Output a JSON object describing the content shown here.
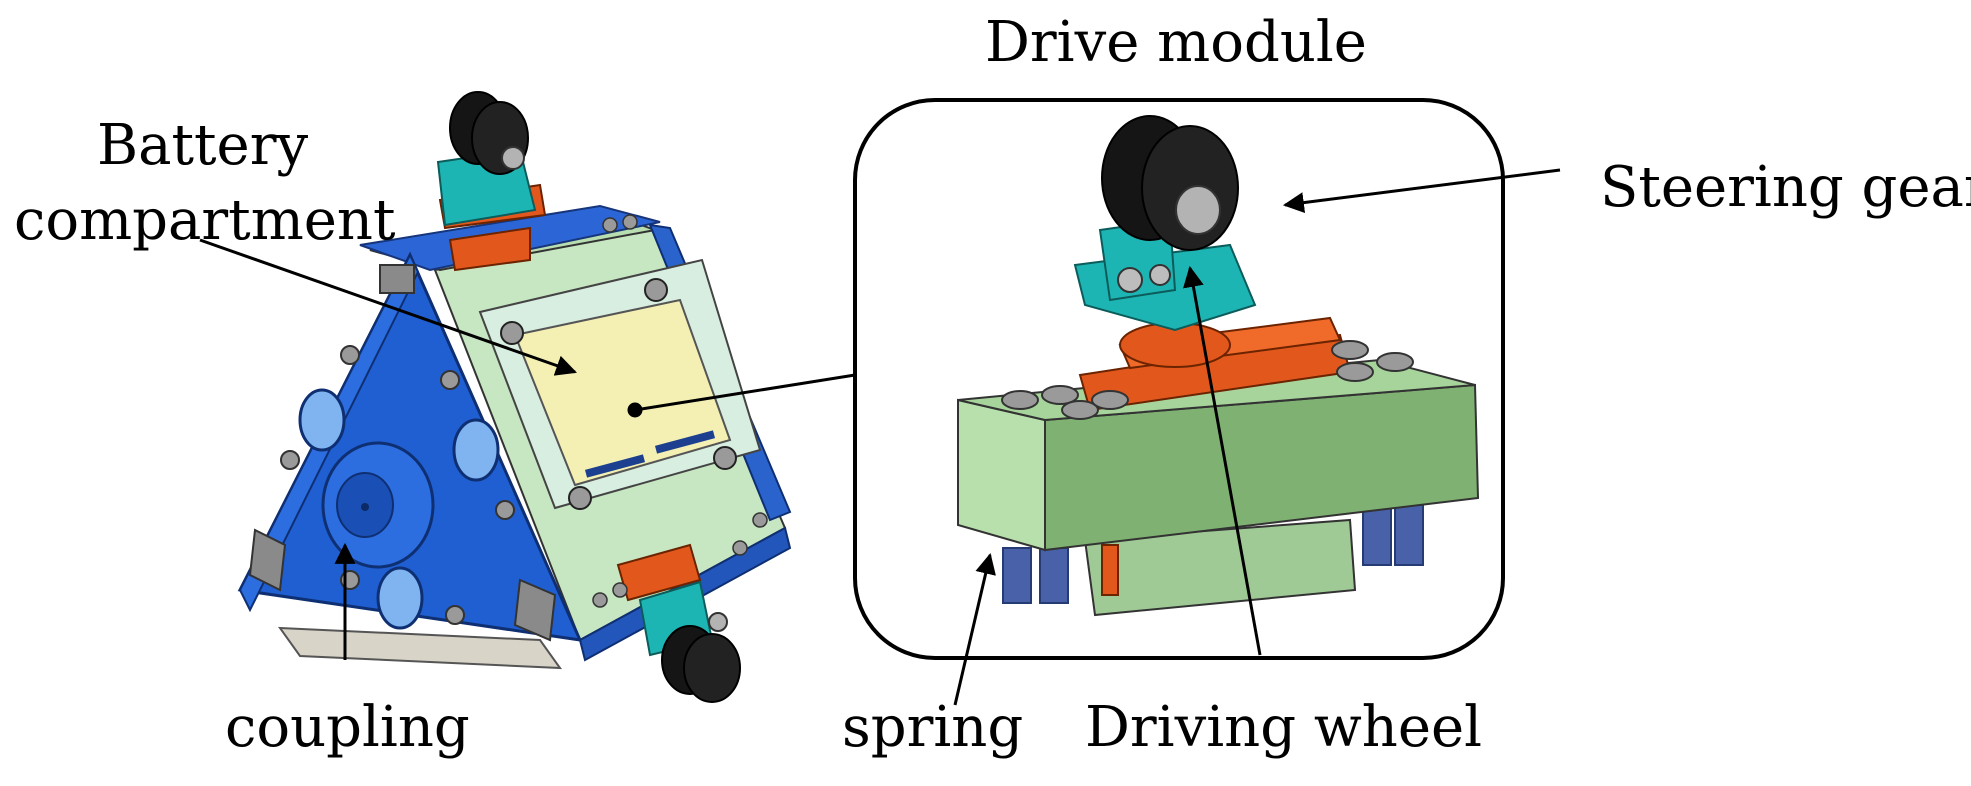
{
  "labels": {
    "battery_line1": "Battery",
    "battery_line2": "compartment",
    "coupling": "coupling",
    "drive_module": "Drive module",
    "steering_gear": "Steering gear",
    "spring": "spring",
    "driving_wheel": "Driving wheel"
  },
  "colors": {
    "body_blue": "#1f5fd1",
    "body_blue_dark": "#1446a8",
    "panel_green": "#b9ddb5",
    "panel_yellow": "#f4f0b4",
    "block_green": "#a7d49b",
    "block_green_dark": "#7fb173",
    "bracket_teal": "#1db5b3",
    "gear_orange": "#e2581c",
    "wheel_black": "#151515",
    "screw_grey": "#a9a9a9",
    "spring_blue": "#4861a8"
  }
}
